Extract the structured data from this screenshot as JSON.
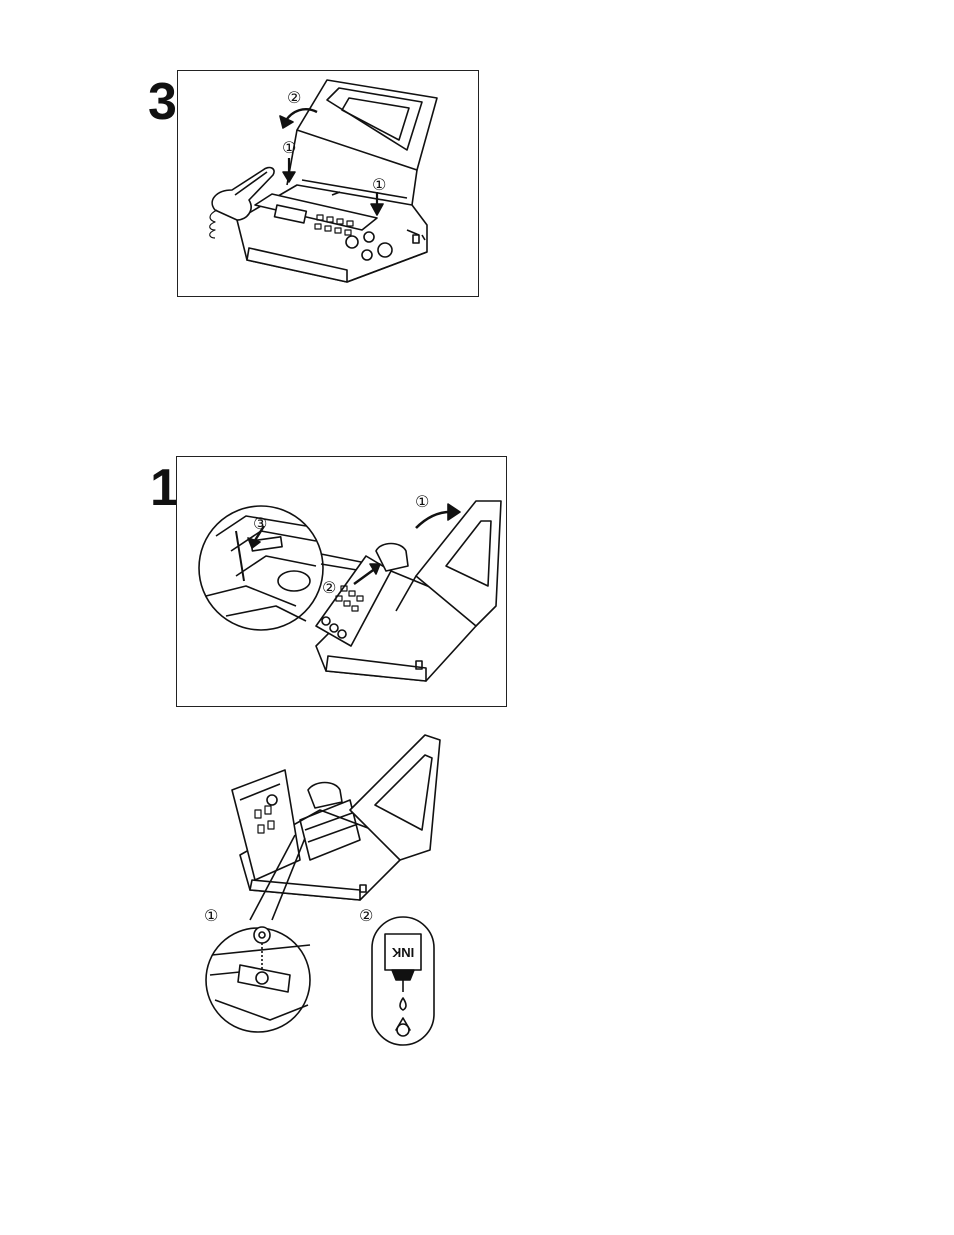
{
  "panel_a": {
    "step": "3",
    "callout_lid": "②",
    "callout_left": "①",
    "callout_right": "①"
  },
  "panel_b": {
    "step": "1",
    "callout_lid": "①",
    "callout_inset": "③",
    "callout_unit": "②"
  },
  "panel_c": {
    "callout_nozzle": "①",
    "callout_bottle": "②",
    "bottle_label": "INK"
  },
  "colors": {
    "line": "#111111",
    "background": "#ffffff"
  }
}
